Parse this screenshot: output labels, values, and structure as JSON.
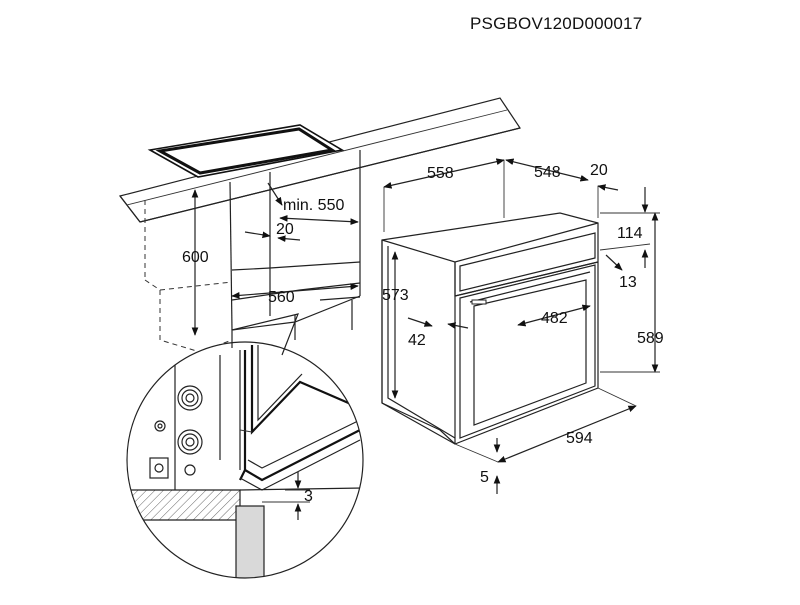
{
  "drawing_code": "PSGBOV120D000017",
  "dimensions": {
    "cabinet_height": "600",
    "min_width": "min. 550",
    "gap_left": "20",
    "cabinet_depth": "560",
    "oven_depth_total": "558",
    "oven_depth": "548",
    "front_offset": "20",
    "panel_height": "114",
    "panel_offset": "13",
    "body_height": "573",
    "body_width": "482",
    "door_offset": "42",
    "oven_height": "589",
    "oven_width": "594",
    "bottom_gap": "5",
    "detail_gap": "3"
  },
  "colors": {
    "line": "#222222",
    "fill_gray": "#d9d9d9",
    "hatch": "#666666"
  }
}
